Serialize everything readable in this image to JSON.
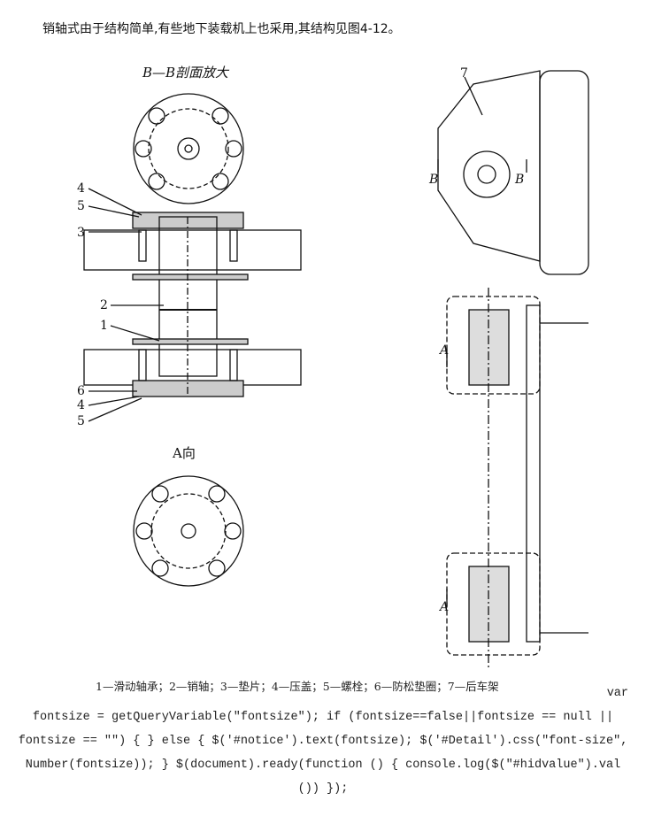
{
  "intro": "销轴式由于结构简单,有些地下装载机上也采用,其结构见图4-12。",
  "figure": {
    "section_title": "B—B剖面放大",
    "view_title": "A向",
    "part_labels": [
      "4",
      "5",
      "3",
      "2",
      "1",
      "6",
      "4",
      "5",
      "7"
    ],
    "section_marks": [
      "B",
      "B"
    ],
    "view_marks": [
      "A",
      "A"
    ]
  },
  "caption": "1—滑动轴承；2—销轴；3—垫片；4—压盖；5—螺栓；6—防松垫圈；7—后车架",
  "code_lines": [
    "var",
    "fontsize = getQueryVariable(\"fontsize\"); if (fontsize==false||fontsize == null ||",
    "fontsize == \"\") { } else { $('#notice').text(fontsize); $('#Detail').css(\"font-size\",",
    "Number(fontsize)); } $(document).ready(function () { console.log($(\"#hidvalue\").val",
    "()) });"
  ]
}
